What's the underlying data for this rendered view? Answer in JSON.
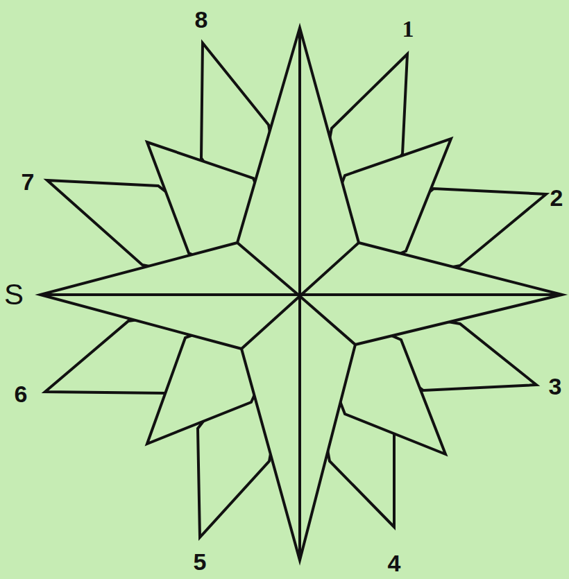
{
  "diagram": {
    "labels": [
      "8",
      "1",
      "7",
      "2",
      "S",
      "3",
      "6",
      "5",
      "4"
    ]
  }
}
